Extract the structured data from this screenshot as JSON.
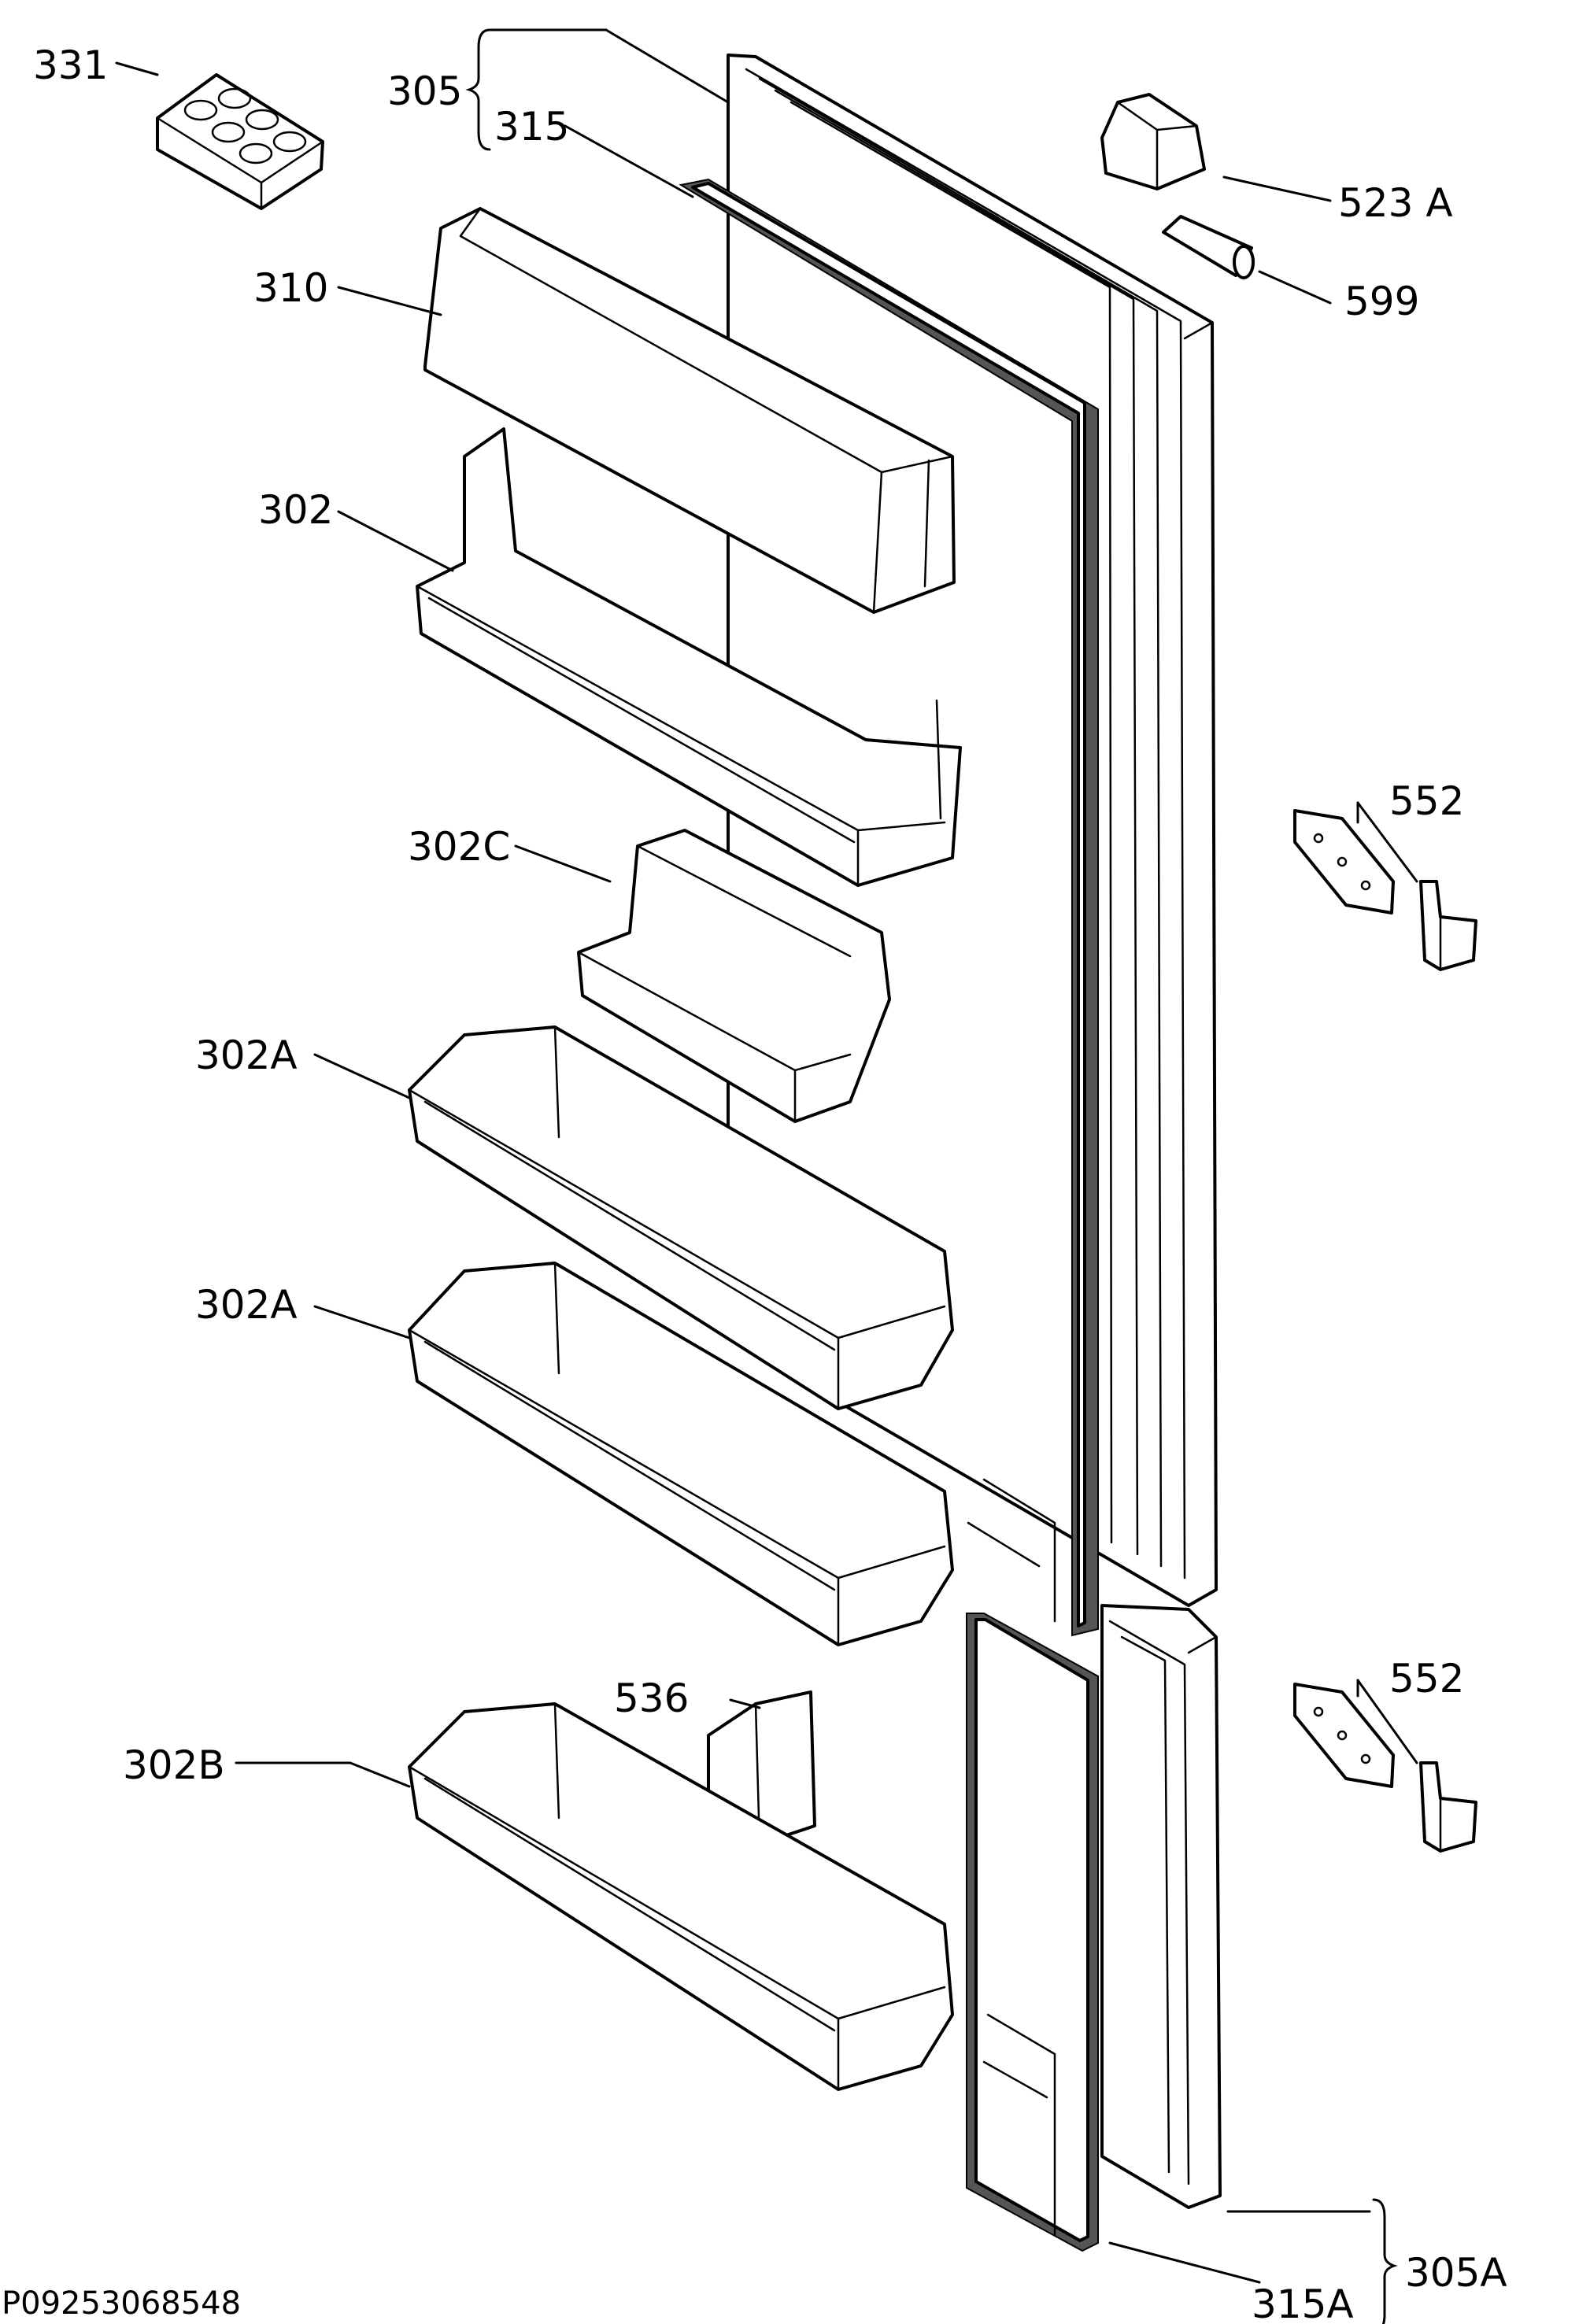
{
  "labels": {
    "p331": "331",
    "p305": "305",
    "p315": "315",
    "p310": "310",
    "p302": "302",
    "p302c": "302C",
    "p302a_1": "302A",
    "p302a_2": "302A",
    "p536": "536",
    "p302b": "302B",
    "p523a": "523 A",
    "p599": "599",
    "p552_1": "552",
    "p552_2": "552",
    "p305a": "305A",
    "p315a": "315A"
  },
  "reference": "P09253068548"
}
